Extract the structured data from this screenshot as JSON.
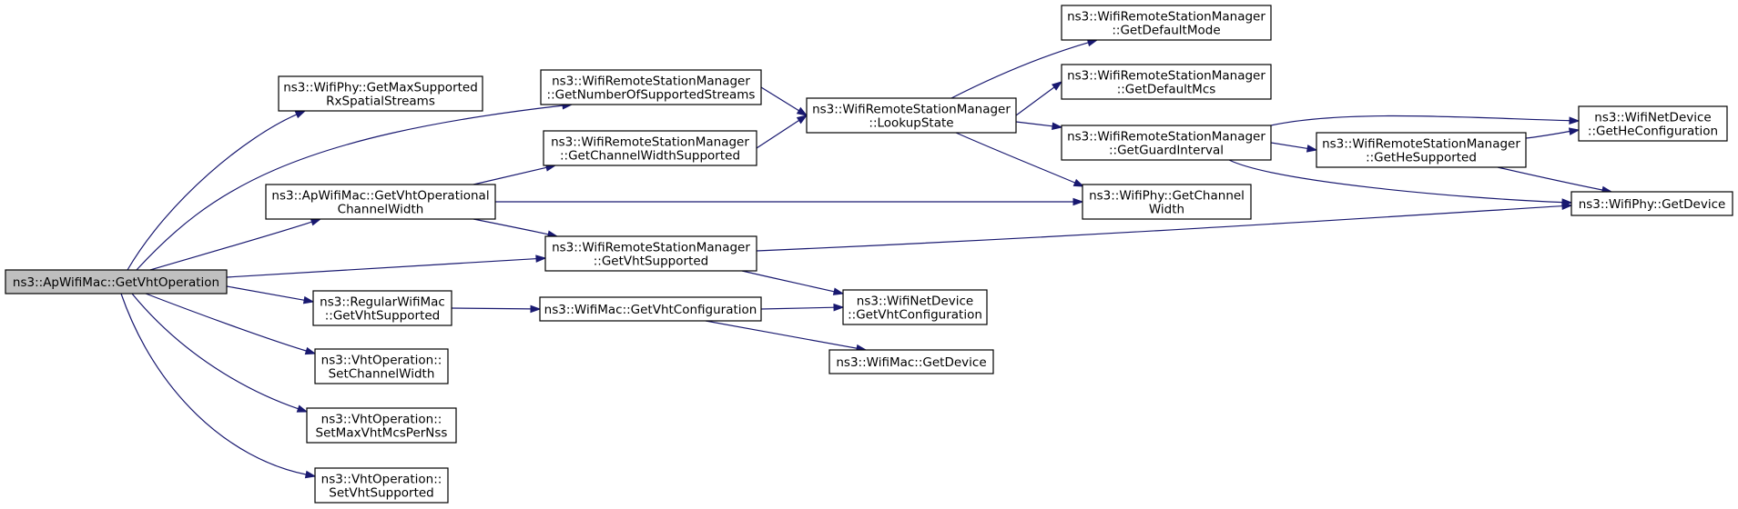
{
  "nodes": {
    "root": [
      "ns3::ApWifiMac::GetVhtOperation"
    ],
    "phy_max_rx": [
      "ns3::WifiPhy::GetMaxSupported",
      "RxSpatialStreams"
    ],
    "ap_vht_cw": [
      "ns3::ApWifiMac::GetVhtOperational",
      "ChannelWidth"
    ],
    "rsm_num_streams": [
      "ns3::WifiRemoteStationManager",
      "::GetNumberOfSupportedStreams"
    ],
    "rsm_cw_supported": [
      "ns3::WifiRemoteStationManager",
      "::GetChannelWidthSupported"
    ],
    "rsm_vht_supported": [
      "ns3::WifiRemoteStationManager",
      "::GetVhtSupported"
    ],
    "regular_vht": [
      "ns3::RegularWifiMac",
      "::GetVhtSupported"
    ],
    "vhtop_set_cw": [
      "ns3::VhtOperation::",
      "SetChannelWidth"
    ],
    "vhtop_set_mcs": [
      "ns3::VhtOperation::",
      "SetMaxVhtMcsPerNss"
    ],
    "vhtop_set_supported": [
      "ns3::VhtOperation::",
      "SetVhtSupported"
    ],
    "rsm_lookup": [
      "ns3::WifiRemoteStationManager",
      "::LookupState"
    ],
    "mac_get_vht_cfg": [
      "ns3::WifiMac::GetVhtConfiguration"
    ],
    "rsm_default_mode": [
      "ns3::WifiRemoteStationManager",
      "::GetDefaultMode"
    ],
    "rsm_default_mcs": [
      "ns3::WifiRemoteStationManager",
      "::GetDefaultMcs"
    ],
    "rsm_guard": [
      "ns3::WifiRemoteStationManager",
      "::GetGuardInterval"
    ],
    "phy_channel_width": [
      "ns3::WifiPhy::GetChannel",
      "Width"
    ],
    "netdev_vht_cfg": [
      "ns3::WifiNetDevice",
      "::GetVhtConfiguration"
    ],
    "mac_get_device": [
      "ns3::WifiMac::GetDevice"
    ],
    "rsm_he_supported": [
      "ns3::WifiRemoteStationManager",
      "::GetHeSupported"
    ],
    "netdev_he_cfg": [
      "ns3::WifiNetDevice",
      "::GetHeConfiguration"
    ],
    "phy_get_device": [
      "ns3::WifiPhy::GetDevice"
    ]
  },
  "edges": [
    [
      "root",
      "phy_max_rx"
    ],
    [
      "root",
      "rsm_num_streams"
    ],
    [
      "root",
      "ap_vht_cw"
    ],
    [
      "root",
      "rsm_vht_supported"
    ],
    [
      "root",
      "regular_vht"
    ],
    [
      "root",
      "vhtop_set_cw"
    ],
    [
      "root",
      "vhtop_set_mcs"
    ],
    [
      "root",
      "vhtop_set_supported"
    ],
    [
      "rsm_num_streams",
      "rsm_lookup"
    ],
    [
      "ap_vht_cw",
      "rsm_cw_supported"
    ],
    [
      "ap_vht_cw",
      "phy_channel_width"
    ],
    [
      "ap_vht_cw",
      "rsm_vht_supported"
    ],
    [
      "rsm_cw_supported",
      "rsm_lookup"
    ],
    [
      "rsm_vht_supported",
      "phy_get_device"
    ],
    [
      "rsm_vht_supported",
      "netdev_vht_cfg"
    ],
    [
      "regular_vht",
      "mac_get_vht_cfg"
    ],
    [
      "rsm_lookup",
      "rsm_default_mode"
    ],
    [
      "rsm_lookup",
      "rsm_default_mcs"
    ],
    [
      "rsm_lookup",
      "rsm_guard"
    ],
    [
      "rsm_lookup",
      "phy_channel_width"
    ],
    [
      "mac_get_vht_cfg",
      "netdev_vht_cfg"
    ],
    [
      "mac_get_vht_cfg",
      "mac_get_device"
    ],
    [
      "rsm_guard",
      "netdev_he_cfg"
    ],
    [
      "rsm_guard",
      "rsm_he_supported"
    ],
    [
      "rsm_guard",
      "phy_get_device"
    ],
    [
      "rsm_he_supported",
      "netdev_he_cfg"
    ],
    [
      "rsm_he_supported",
      "phy_get_device"
    ]
  ],
  "colors": {
    "edge": "#191970",
    "root_fill": "#bfbfbf",
    "node_fill": "#ffffff",
    "node_border": "#000000"
  }
}
